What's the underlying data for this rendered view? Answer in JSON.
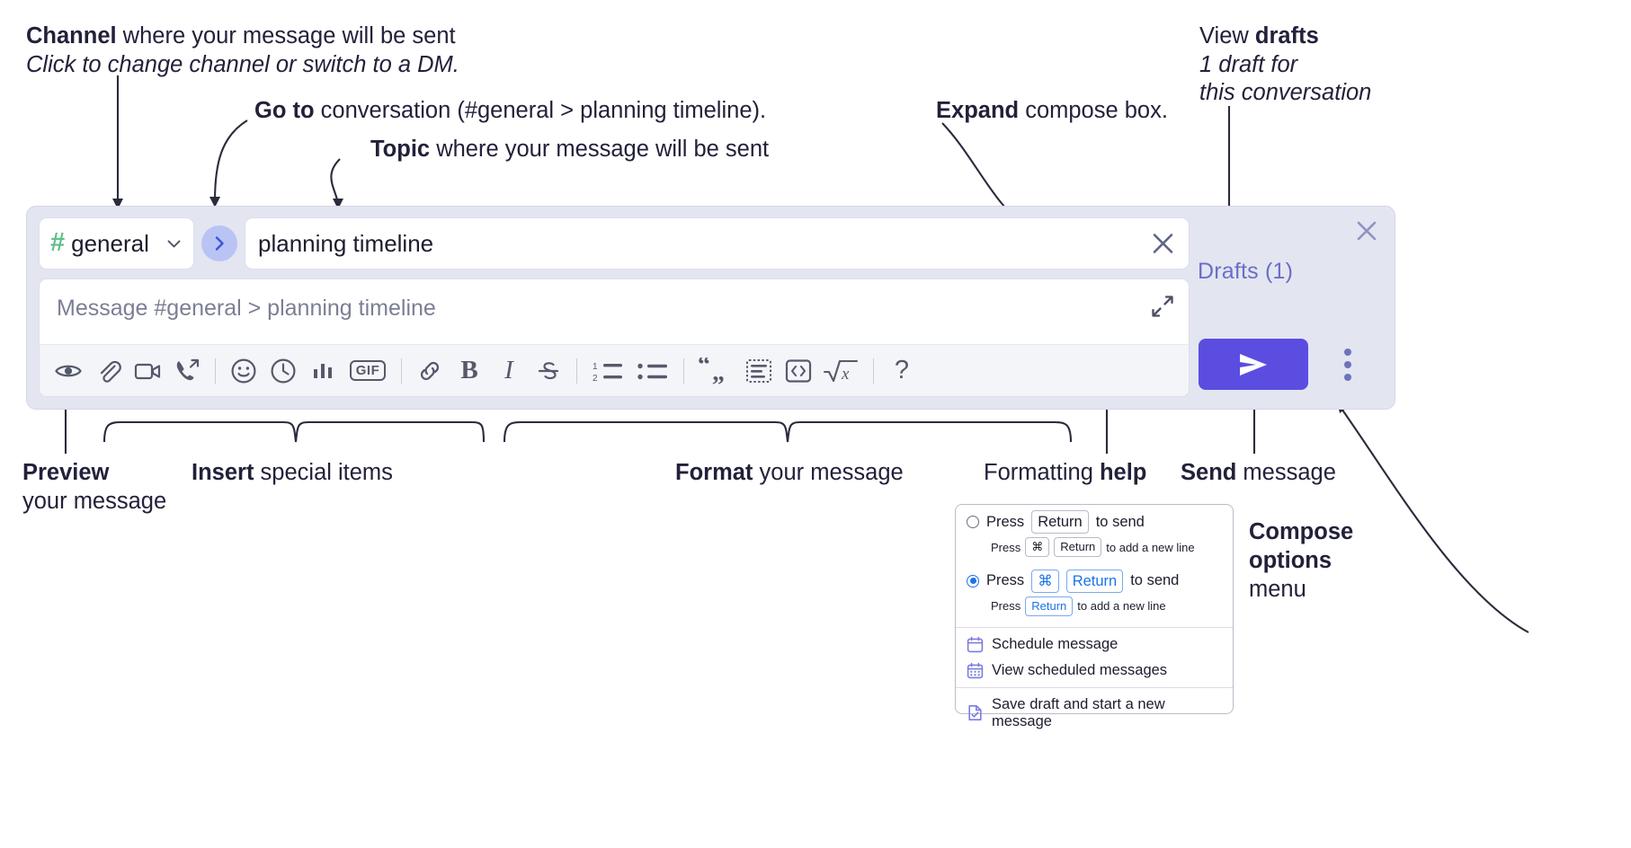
{
  "annotations": {
    "channel": {
      "line1_bold": "Channel",
      "line1_rest": " where your message will be sent",
      "line2": "Click to change channel or switch to a DM."
    },
    "goto": {
      "bold": "Go to",
      "rest": " conversation (#general > planning timeline)."
    },
    "topic": {
      "bold": "Topic",
      "rest": " where your message will be sent"
    },
    "expand": {
      "bold": "Expand",
      "rest": " compose box."
    },
    "drafts_note": {
      "line1_rest": "View ",
      "line1_bold": "drafts",
      "line2": "1 draft for",
      "line3": "this conversation"
    },
    "preview": {
      "bold": "Preview",
      "line2": "your message"
    },
    "insert": {
      "bold": "Insert",
      "rest": " special items"
    },
    "format": {
      "bold": "Format",
      "rest": " your message"
    },
    "help": {
      "rest": "Formatting ",
      "bold": "help"
    },
    "send": {
      "bold": "Send",
      "rest": " message"
    },
    "compose_options": {
      "line1": "Compose",
      "line2": "options",
      "line3": "menu"
    }
  },
  "compose": {
    "channel": {
      "hash": "#",
      "name": "general",
      "caret_icon": "chevron-down-icon"
    },
    "goto_button": {
      "icon": "chevron-right-icon"
    },
    "topic": {
      "value": "planning timeline",
      "clear_icon": "close-icon"
    },
    "editor": {
      "placeholder": "Message #general > planning timeline",
      "expand_icon": "expand-icon"
    },
    "close_icon": "close-icon",
    "drafts_label": "Drafts (1)",
    "send_button": {
      "icon": "send-icon"
    },
    "overflow_button": {
      "icon": "kebab-menu-icon"
    },
    "toolbar": [
      {
        "name": "preview-button",
        "icon": "eye-icon"
      },
      {
        "name": "attach-button",
        "icon": "paperclip-icon"
      },
      {
        "name": "video-clip-button",
        "icon": "video-camera-icon"
      },
      {
        "name": "audio-clip-button",
        "icon": "phone-arrow-icon"
      },
      {
        "name": "separator-1",
        "icon": "separator"
      },
      {
        "name": "emoji-button",
        "icon": "smiley-icon"
      },
      {
        "name": "reminder-button",
        "icon": "clock-icon"
      },
      {
        "name": "poll-button",
        "icon": "bar-chart-icon"
      },
      {
        "name": "gif-button",
        "icon": "gif-icon",
        "label": "GIF"
      },
      {
        "name": "separator-2",
        "icon": "separator"
      },
      {
        "name": "link-button",
        "icon": "link-icon"
      },
      {
        "name": "bold-button",
        "icon": "bold-icon",
        "label": "B"
      },
      {
        "name": "italic-button",
        "icon": "italic-icon",
        "label": "I"
      },
      {
        "name": "strikethrough-button",
        "icon": "strikethrough-icon"
      },
      {
        "name": "separator-3",
        "icon": "separator"
      },
      {
        "name": "ordered-list-button",
        "icon": "ordered-list-icon"
      },
      {
        "name": "bulleted-list-button",
        "icon": "bulleted-list-icon"
      },
      {
        "name": "separator-4",
        "icon": "separator"
      },
      {
        "name": "blockquote-button",
        "icon": "quote-icon"
      },
      {
        "name": "code-block-button",
        "icon": "code-block-icon"
      },
      {
        "name": "inline-code-button",
        "icon": "code-brackets-icon"
      },
      {
        "name": "latex-button",
        "icon": "square-root-x-icon"
      },
      {
        "name": "separator-5",
        "icon": "separator"
      },
      {
        "name": "formatting-help-button",
        "icon": "question-mark-icon",
        "label": "?"
      }
    ]
  },
  "popup": {
    "options": [
      {
        "selected": false,
        "main_pre": "Press",
        "main_keys": [
          "Return"
        ],
        "main_post": "to send",
        "sub_pre": "Press",
        "sub_keys": [
          "⌘",
          "Return"
        ],
        "sub_post": "to add a new line"
      },
      {
        "selected": true,
        "main_pre": "Press",
        "main_keys": [
          "⌘",
          "Return"
        ],
        "main_post": "to send",
        "sub_pre": "Press",
        "sub_keys": [
          "Return"
        ],
        "sub_post": "to add a new line"
      }
    ],
    "items": [
      {
        "label": "Schedule message",
        "icon": "calendar-icon"
      },
      {
        "label": "View scheduled messages",
        "icon": "calendar-grid-icon"
      },
      {
        "label": "Save draft and start a new message",
        "icon": "document-check-icon"
      }
    ]
  },
  "colors": {
    "panel_bg": "#e3e5f1",
    "accent_send": "#5b4de0",
    "hash_green": "#5fc08a",
    "drafts_purple": "#6b6fc4",
    "goto_bg": "#b9c4f5",
    "radio_blue": "#1a73e8",
    "menu_icon_purple": "#7b7ce0",
    "text": "#22213a"
  }
}
